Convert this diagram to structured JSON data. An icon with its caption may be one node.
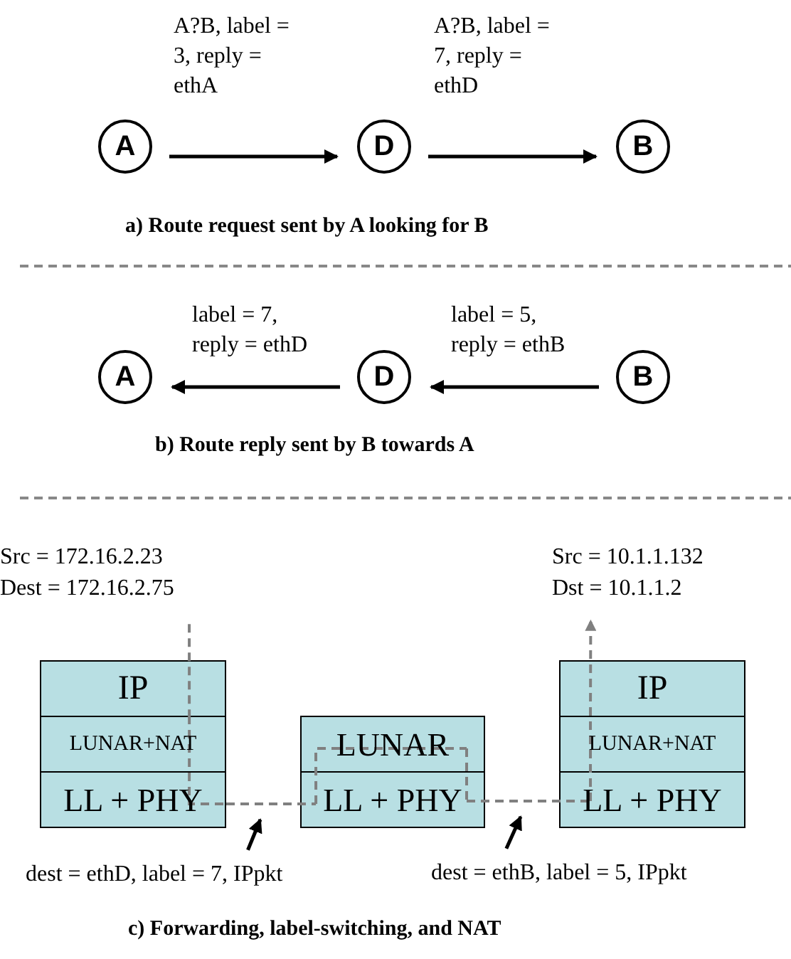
{
  "diagram": {
    "nodes": [
      {
        "text": [
          "A"
        ]
      },
      {
        "text": [
          "D"
        ]
      },
      {
        "text": [
          "B"
        ]
      },
      {
        "text": [
          "A"
        ]
      },
      {
        "text": [
          "D"
        ]
      },
      {
        "text": [
          "B"
        ]
      },
      {
        "text": [
          "Src = 172.16.2.23",
          "Dest = 172.16.2.75"
        ]
      },
      {
        "text": [],
        "shape": "box"
      },
      {
        "text": [
          "IP"
        ],
        "in": 7
      },
      {
        "text": [
          "LUNAR+NAT"
        ],
        "in": 7
      },
      {
        "text": [
          "LL + PHY"
        ],
        "in": 7
      },
      {
        "text": [],
        "shape": "box"
      },
      {
        "text": [
          "LUNAR"
        ],
        "in": 11
      },
      {
        "text": [
          "LL + PHY"
        ],
        "in": 11
      },
      {
        "text": [],
        "shape": "box"
      },
      {
        "text": [
          "IP"
        ],
        "in": 14
      },
      {
        "text": [
          "LUNAR+NAT"
        ],
        "in": 14
      },
      {
        "text": [
          "LL + PHY"
        ],
        "in": 14
      },
      {
        "text": [
          "Src = 10.1.1.132",
          "Dst = 10.1.1.2"
        ]
      },
      {
        "text": [
          "dest = ethD, label = 7, IPpkt"
        ]
      },
      {
        "text": [
          "dest = ethB, label = 5, IPpkt"
        ]
      }
    ],
    "edges": [
      {
        "from": 0,
        "to": 1,
        "arrow": "to",
        "label": "A?B, label = 3, reply = ethA",
        "color": "#000000"
      },
      {
        "from": 1,
        "to": 2,
        "arrow": "to",
        "label": "A?B, label = 7, reply = ethD",
        "color": "#000000"
      },
      {
        "from": 4,
        "to": 3,
        "arrow": "to",
        "label": "label = 7, reply = ethD",
        "color": "#000000"
      },
      {
        "from": 5,
        "to": 4,
        "arrow": "to",
        "label": "label = 5, reply = ethB",
        "color": "#000000"
      },
      {
        "from": 6,
        "to": 8,
        "arrow": "none",
        "style": "dashed"
      },
      {
        "from": 8,
        "to": 9,
        "arrow": "none",
        "style": "dashed"
      },
      {
        "from": 9,
        "to": 10,
        "arrow": "none",
        "style": "dashed"
      },
      {
        "from": 10,
        "to": 13,
        "arrow": "none",
        "style": "dashed"
      },
      {
        "from": 13,
        "to": 12,
        "arrow": "none",
        "style": "dashed"
      },
      {
        "from": 12,
        "to": 13,
        "arrow": "none",
        "style": "dashed"
      },
      {
        "from": 13,
        "to": 17,
        "arrow": "none",
        "style": "dashed"
      },
      {
        "from": 17,
        "to": 16,
        "arrow": "none",
        "style": "dashed"
      },
      {
        "from": 16,
        "to": 15,
        "arrow": "none",
        "style": "dashed"
      },
      {
        "from": 15,
        "to": 18,
        "arrow": "to",
        "style": "dashed"
      },
      {
        "from": 19,
        "to": null,
        "arrow": "to",
        "color": "#000000"
      },
      {
        "from": 20,
        "to": null,
        "arrow": "to",
        "color": "#000000"
      }
    ],
    "labels": [
      "a) Route request sent by A looking for B",
      "b) Route reply sent by B towards A",
      "c) Forwarding, label-switching, and NAT"
    ]
  }
}
